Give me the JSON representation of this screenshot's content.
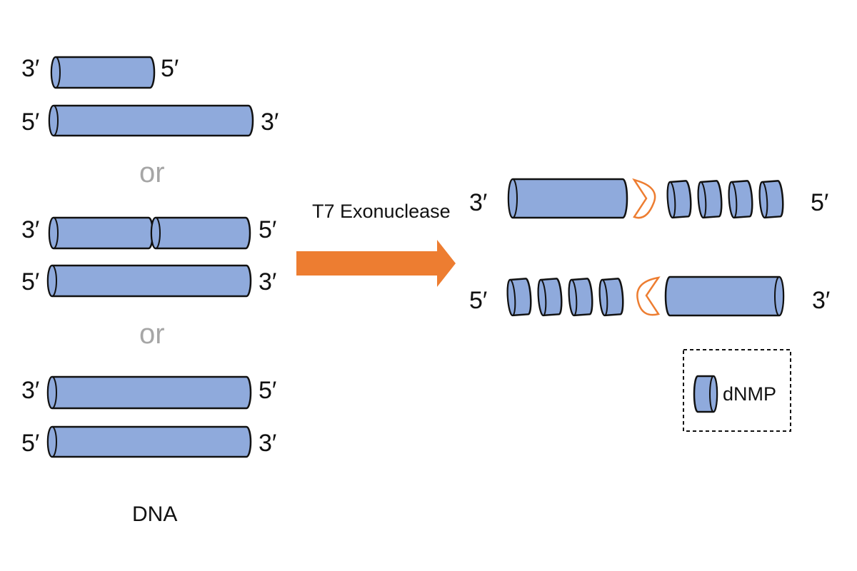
{
  "colors": {
    "strand_fill": "#8FAADC",
    "stroke": "#111111",
    "arrow": "#ED7D31",
    "enzyme": "#ED7D31",
    "or_text": "#A6A6A6"
  },
  "labels": {
    "three_prime": "3′",
    "five_prime": "5′",
    "or": "or",
    "dna": "DNA",
    "enzyme": "T7 Exonuclease",
    "legend_dnmp": "dNMP"
  }
}
